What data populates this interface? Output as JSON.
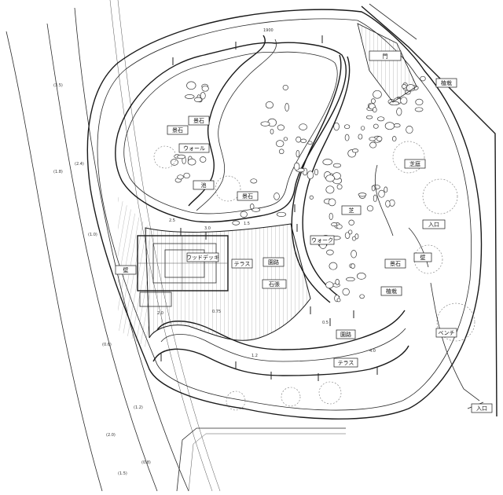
{
  "labels": {
    "stone_a": "景石",
    "stone_b": "景石",
    "stone_c": "景石",
    "stone_d": "景石",
    "pond": "池",
    "garden_right_top": "芝庭",
    "planting_right": "植栽",
    "planting_top": "植栽",
    "pave_center": "石張",
    "terrace": "テラス",
    "wood_deck": "ウッドデッキ",
    "bench": "ベンチ",
    "wall": "壁",
    "path_left": "園路",
    "path_bottom": "園路",
    "path_center": "ウォーク",
    "gate_top": "門",
    "gate_right": "入口",
    "lawn": "芝",
    "entrance_bottom": "入口",
    "wall_left": "ウォール"
  },
  "dims": {
    "d1": "1900",
    "d2": "2.5",
    "d3": "3.0",
    "d4": "1.5",
    "d5": "2.0",
    "d6": "0.75",
    "d7": "0.5",
    "d8": "1.2",
    "d9": "4.0",
    "d10": "(3.5)",
    "d11": "(1.8)",
    "d12": "(2.4)",
    "d13": "(1.0)",
    "d14": "(0.6)",
    "d15": "(1.2)",
    "d16": "(2.0)",
    "d17": "(0.8)",
    "d18": "(1.5)"
  }
}
